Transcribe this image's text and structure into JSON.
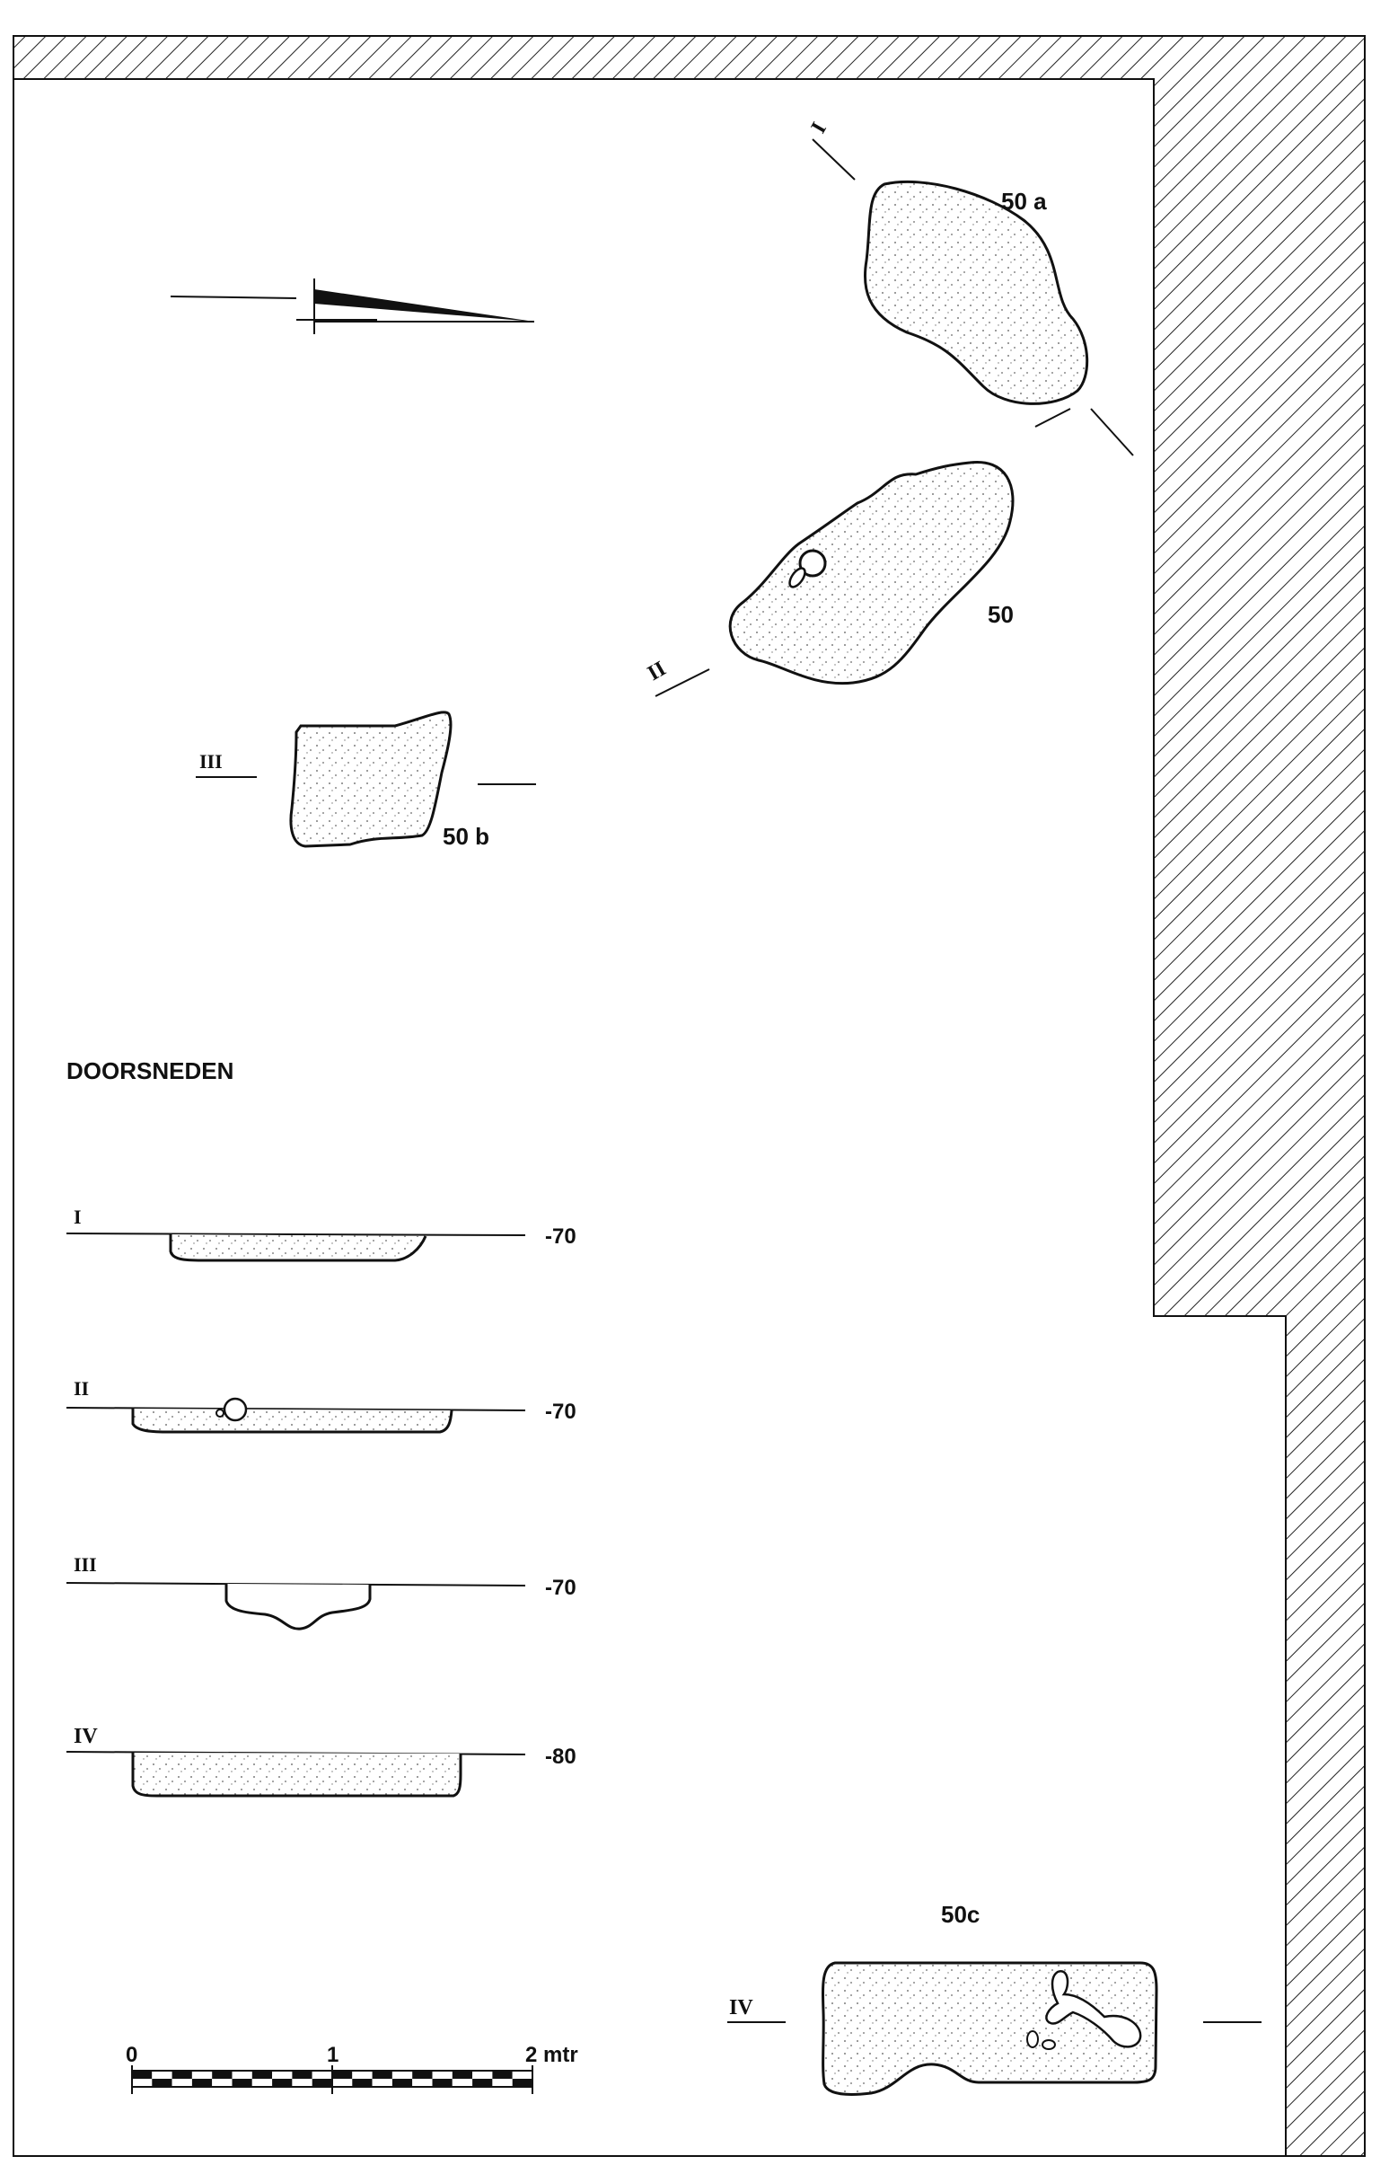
{
  "plan": {
    "features": [
      {
        "id": "50a",
        "label": "50 a"
      },
      {
        "id": "50",
        "label": "50"
      },
      {
        "id": "50b",
        "label": "50 b"
      },
      {
        "id": "50c",
        "label": "50c"
      }
    ],
    "section_markers": {
      "I": "I",
      "II": "II",
      "III": "III",
      "IV": "IV"
    }
  },
  "sections": {
    "heading": "DOORSNEDEN",
    "items": [
      {
        "label": "I",
        "depth": "-70"
      },
      {
        "label": "II",
        "depth": "-70"
      },
      {
        "label": "III",
        "depth": "-70"
      },
      {
        "label": "IV",
        "depth": "-80"
      }
    ]
  },
  "scale_bar": {
    "label_0": "0",
    "label_1": "1",
    "label_2": "2 mtr"
  },
  "colors": {
    "ink": "#111111",
    "paper": "#ffffff"
  },
  "icons": {
    "north_arrow": "north-arrow-icon"
  }
}
